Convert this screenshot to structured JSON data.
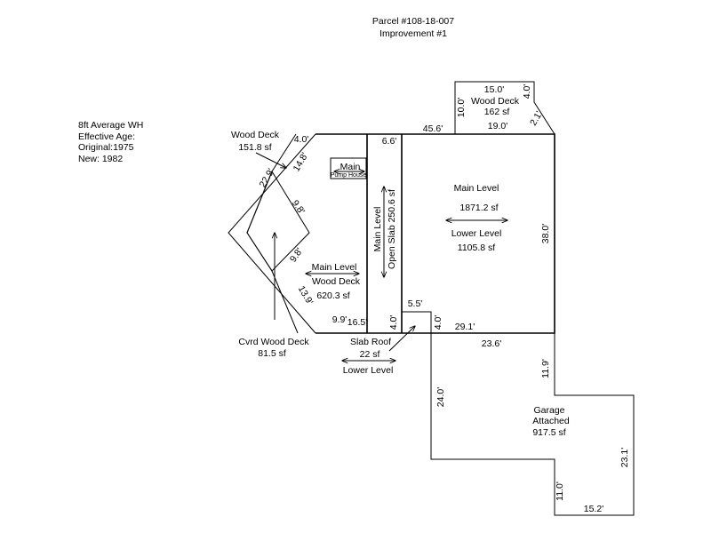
{
  "header": {
    "parcel": "Parcel #108-18-007",
    "improvement": "Improvement #1"
  },
  "info": {
    "wall_height": "8ft Average WH",
    "effective_age": "Effective Age:",
    "original": "Original:1975",
    "new": "New: 1982"
  },
  "areas": {
    "main": {
      "upper": "Main Level",
      "upper_area": "1871.2 sf",
      "lower": "Lower Level",
      "lower_area": "1105.8 sf"
    },
    "open_slab": {
      "level": "Main Level",
      "name": "Open Slab 250.6 sf"
    },
    "wood_deck_main": {
      "level": "Main Level",
      "name": "Wood Deck",
      "area": "620.3 sf"
    },
    "pump_house": {
      "level": "Main",
      "name": "Pump House"
    },
    "wood_deck_top": {
      "name": "Wood Deck",
      "area": "162 sf"
    },
    "wood_deck_left": {
      "name": "Wood Deck",
      "area": "151.8 sf"
    },
    "cvrd_wood_deck": {
      "name": "Cvrd Wood Deck",
      "area": "81.5 sf"
    },
    "slab_roof": {
      "name": "Slab Roof",
      "area": "22 sf",
      "level": "Lower Level"
    },
    "garage": {
      "name": "Garage",
      "type": "Attached",
      "area": "917.5 sf"
    }
  },
  "dimensions": {
    "top_45_6": "45.6'",
    "deck_15_0": "15.0'",
    "deck_10_0": "10.0'",
    "deck_4_0": "4.0'",
    "deck_19_0": "19.0'",
    "deck_2_1": "2.1'",
    "right_38_0": "38.0'",
    "bottom_29_1": "29.1'",
    "slab_6_6": "6.6'",
    "slab_4_0": "4.0'",
    "roof_5_5": "5.5'",
    "roof_4_0": "4.0'",
    "left_4_0": "4.0'",
    "left_14_8": "14.8'",
    "left_22_9": "22.9'",
    "left_9_8a": "9.8'",
    "left_9_8b": "9.8'",
    "left_13_9": "13.9'",
    "left_9_9": "9.9'",
    "left_16_5": "16.5'",
    "garage_23_6": "23.6'",
    "garage_11_9": "11.9'",
    "garage_24_0": "24.0'",
    "garage_23_1": "23.1'",
    "garage_11_0": "11.0'",
    "garage_15_2": "15.2'"
  }
}
